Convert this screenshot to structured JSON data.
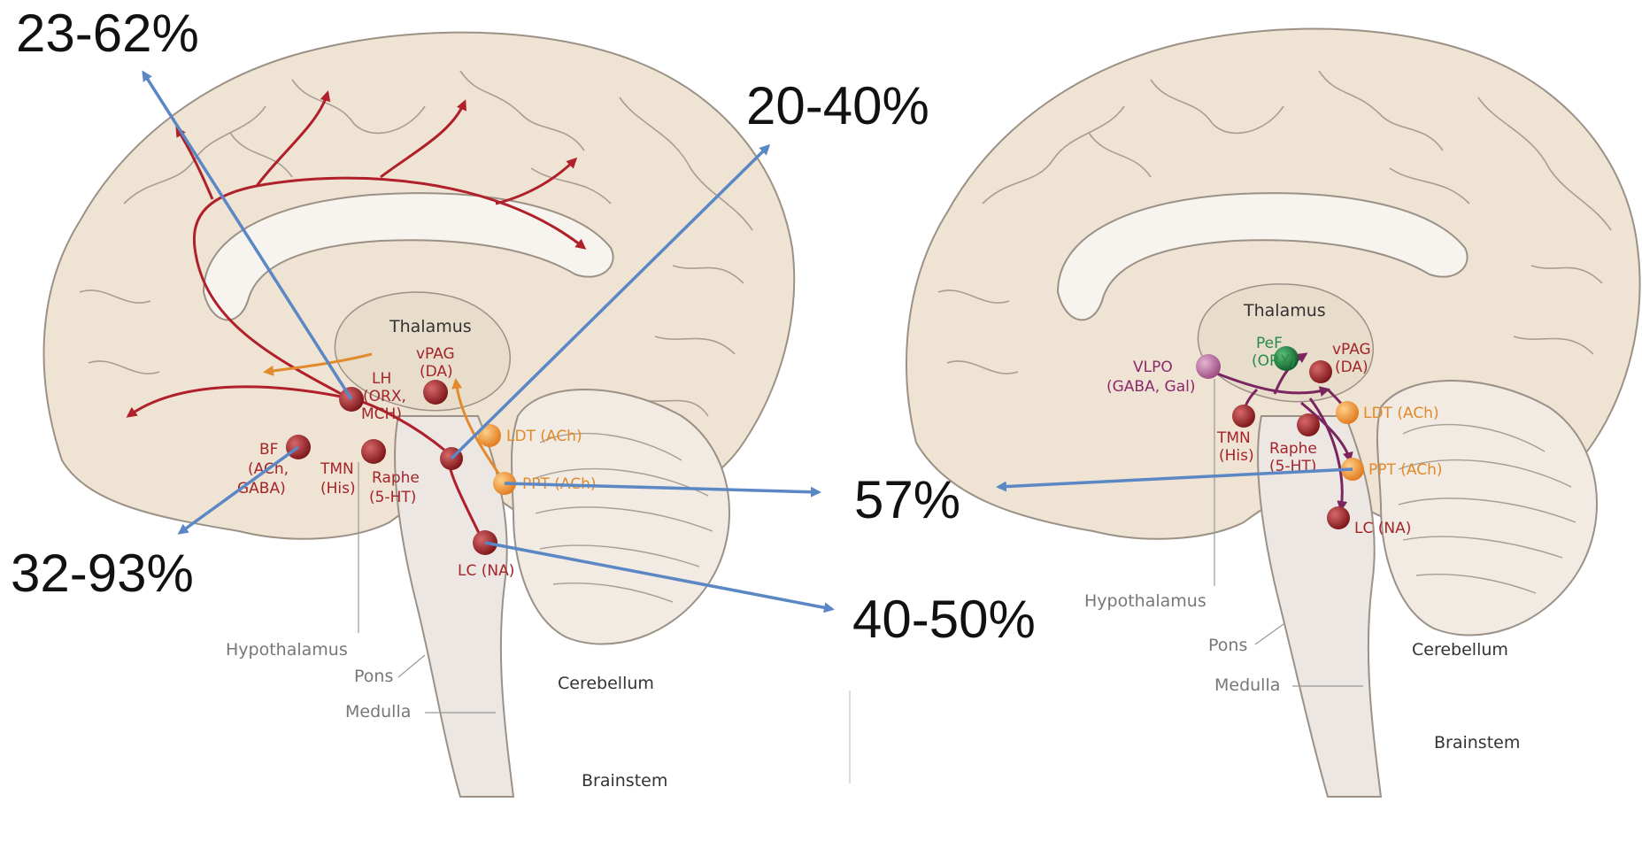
{
  "percentages": {
    "p1": "23-62%",
    "p2": "20-40%",
    "p3": "32-93%",
    "p4": "57%",
    "p5": "40-50%"
  },
  "left_brain": {
    "thalamus": "Thalamus",
    "vpag": [
      "vPAG",
      "(DA)"
    ],
    "lh": [
      "LH",
      "(ORX,",
      "MCH)"
    ],
    "bf": [
      "BF",
      "(ACh,",
      "GABA)"
    ],
    "tmn": [
      "TMN",
      "(His)"
    ],
    "raphe": [
      "Raphe",
      "(5-HT)"
    ],
    "ldt": "LDT (ACh)",
    "ppt": "PPT (ACh)",
    "lc": "LC (NA)",
    "hypothalamus": "Hypothalamus",
    "pons": "Pons",
    "medulla": "Medulla",
    "cerebellum": "Cerebellum",
    "brainstem": "Brainstem"
  },
  "right_brain": {
    "thalamus": "Thalamus",
    "pef": [
      "PeF",
      "(ORX)"
    ],
    "vpag": [
      "vPAG",
      "(DA)"
    ],
    "vlpo": [
      "VLPO",
      "(GABA, Gal)"
    ],
    "tmn": [
      "TMN",
      "(His)"
    ],
    "raphe": [
      "Raphe",
      "(5-HT)"
    ],
    "ldt": "LDT (ACh)",
    "ppt": "PPT (ACh)",
    "lc": "LC (NA)",
    "hypothalamus": "Hypothalamus",
    "pons": "Pons",
    "medulla": "Medulla",
    "cerebellum": "Cerebellum",
    "brainstem": "Brainstem"
  },
  "colors": {
    "brain_fill": "#efe3d3",
    "brain_stroke": "#9c9186",
    "inner_fill": "#f7f4f0",
    "red_node": "#9b2326",
    "orange_node": "#f0942a",
    "green_node": "#1e7a3e",
    "purple_node": "#b66a9c",
    "red_pathway": "#b0202a",
    "orange_pathway": "#e38a2c",
    "purple_pathway": "#7a2560",
    "arrow_blue": "#5b87c5"
  }
}
